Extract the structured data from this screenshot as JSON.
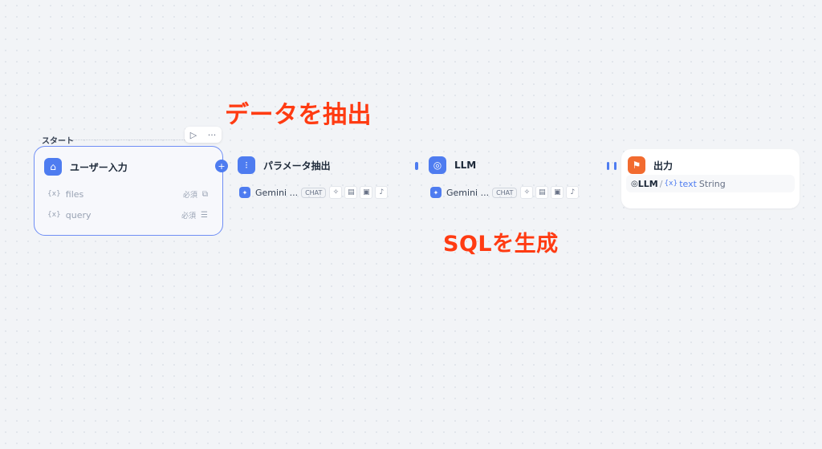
{
  "annotations": {
    "extract_data": "データを抽出",
    "generate_sql": "SQLを生成"
  },
  "start_node": {
    "tab_label": "スタート",
    "title": "ユーザー入力",
    "icon": "home-icon",
    "variables": [
      {
        "prefix": "{x}",
        "name": "files",
        "required": "必須",
        "type_icon": "file-list-icon"
      },
      {
        "prefix": "{x}",
        "name": "query",
        "required": "必須",
        "type_icon": "paragraph-icon"
      }
    ],
    "toolbar": {
      "run": "▷",
      "more": "···"
    }
  },
  "param_node": {
    "title": "パラメータ抽出",
    "icon": "parameter-extract-icon",
    "model": "Gemini ...",
    "mode": "CHAT"
  },
  "llm_node": {
    "title": "LLM",
    "icon": "llm-icon",
    "model": "Gemini ...",
    "mode": "CHAT"
  },
  "output_node": {
    "title": "出力",
    "icon": "end-icon",
    "source": "LLM",
    "var_prefix": "{x}",
    "var_name": "text",
    "var_type": "String"
  },
  "colors": {
    "accent": "#4e7cf0",
    "annotation": "#ff3b12",
    "end_icon": "#f26b2f"
  }
}
